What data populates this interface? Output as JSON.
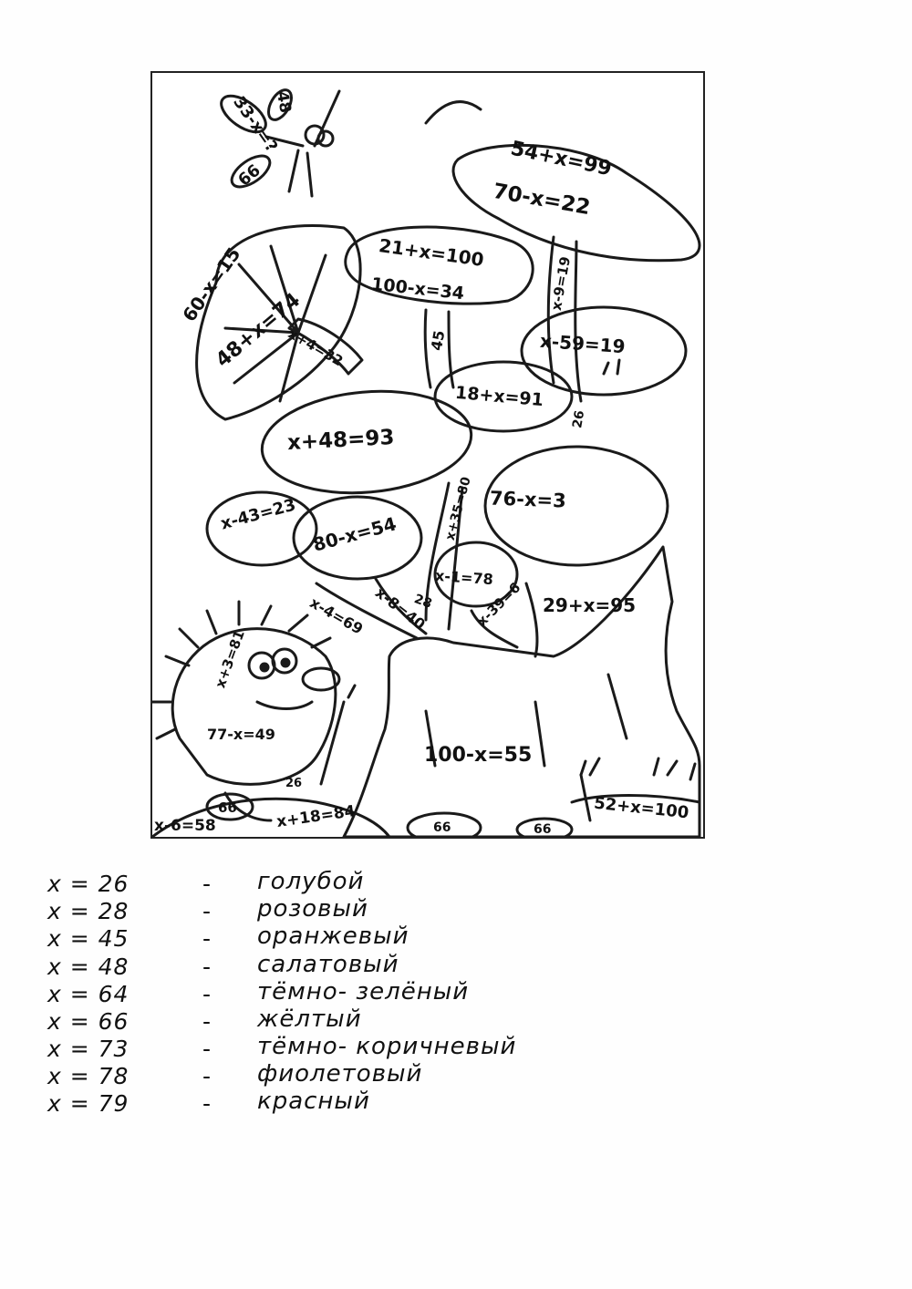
{
  "equations": {
    "mosquito_1": "33-x=?",
    "mosquito_2": "48",
    "mosquito_3": "66",
    "cap_1": "54+x=99",
    "cap_2": "70-x=22",
    "cap_3": "21+x=100",
    "cap_4": "100-x=34",
    "cap_5": "60-x=15",
    "cap_6": "48+x=74",
    "cap_7": "x+4=32",
    "stem_1": "x-9=19",
    "stem_2": "45",
    "cap_8": "x-59=19",
    "cap_9": "18+x=91",
    "stem_3": "26",
    "cap_10": "x+48=93",
    "cap_11": "76-x=3",
    "cap_12": "x-43=23",
    "cap_13": "80-x=54",
    "stem_4": "x+35=80",
    "cap_14": "x-1=78",
    "stem_5": "x-4=69",
    "stem_6": "x-8=40",
    "stem_7": "28",
    "stem_8": "x-39=6",
    "grass_1": "29+x=95",
    "hedgehog_1": "x+3=81",
    "hedgehog_2": "77-x=49",
    "stump_1": "100-x=55",
    "hedgehog_3": "26",
    "ground_1": "66",
    "ground_2": "x-6=58",
    "ground_3": "x+18=84",
    "ground_4": "66",
    "ground_5": "66",
    "ground_6": "52+x=100"
  },
  "legend": [
    {
      "x": "x = 26",
      "dash": "-",
      "color": "голубой"
    },
    {
      "x": "x = 28",
      "dash": "-",
      "color": "розовый"
    },
    {
      "x": "x = 45",
      "dash": "-",
      "color": "оранжевый"
    },
    {
      "x": "x = 48",
      "dash": "-",
      "color": "салатовый"
    },
    {
      "x": "x = 64",
      "dash": "-",
      "color": "тёмно- зелёный"
    },
    {
      "x": "x = 66",
      "dash": "-",
      "color": "жёлтый"
    },
    {
      "x": "x = 73",
      "dash": "-",
      "color": "тёмно- коричневый"
    },
    {
      "x": "x = 78",
      "dash": "-",
      "color": "фиолетовый"
    },
    {
      "x": "x = 79",
      "dash": "-",
      "color": "красный"
    }
  ]
}
